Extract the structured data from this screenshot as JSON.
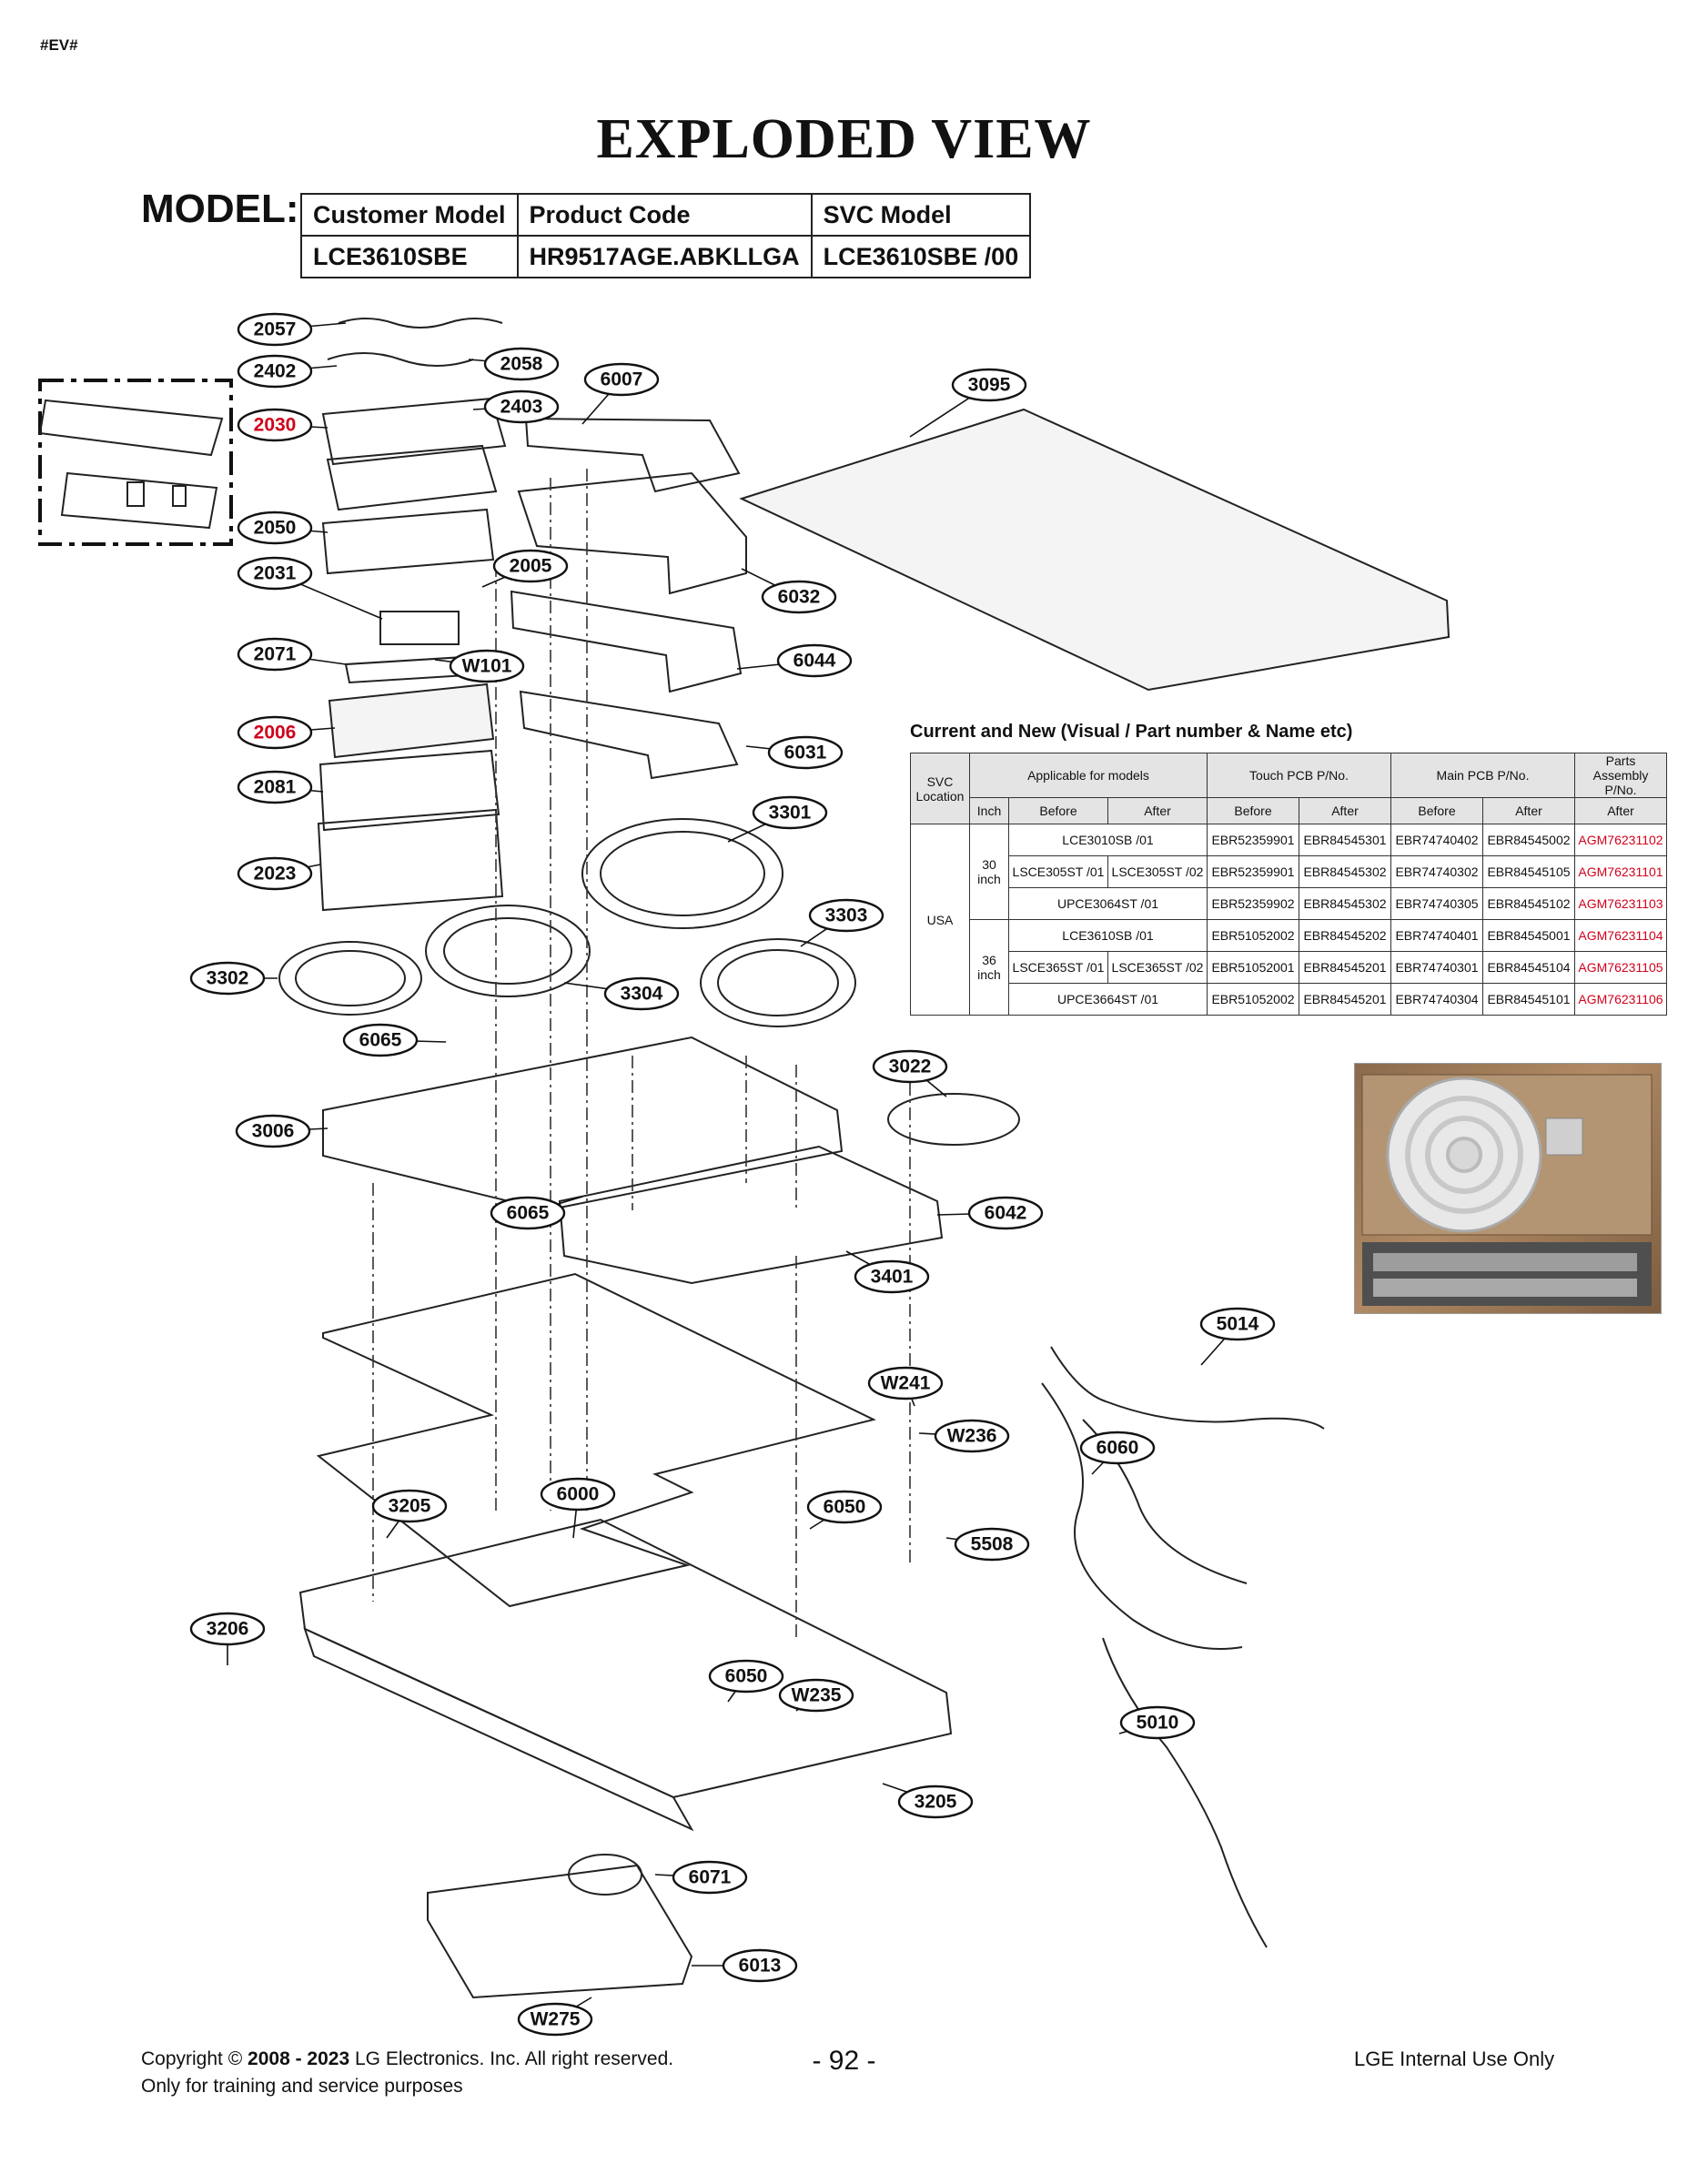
{
  "doc_tag": "#EV#",
  "title": "EXPLODED VIEW",
  "model": {
    "label": "MODEL:",
    "headers": [
      "Customer Model",
      "Product Code",
      "SVC Model"
    ],
    "values": [
      "LCE3610SBE",
      "HR9517AGE.ABKLLGA",
      "LCE3610SBE  /00"
    ]
  },
  "callouts": [
    {
      "id": "2057",
      "highlight": false
    },
    {
      "id": "2402",
      "highlight": false
    },
    {
      "id": "2058",
      "highlight": false
    },
    {
      "id": "2030",
      "highlight": true
    },
    {
      "id": "2403",
      "highlight": false
    },
    {
      "id": "6007",
      "highlight": false
    },
    {
      "id": "3095",
      "highlight": false
    },
    {
      "id": "2050",
      "highlight": false
    },
    {
      "id": "2005",
      "highlight": false
    },
    {
      "id": "2031",
      "highlight": false
    },
    {
      "id": "6032",
      "highlight": false
    },
    {
      "id": "2071",
      "highlight": false
    },
    {
      "id": "W101",
      "highlight": false
    },
    {
      "id": "6044",
      "highlight": false
    },
    {
      "id": "2006",
      "highlight": true
    },
    {
      "id": "6031",
      "highlight": false
    },
    {
      "id": "2081",
      "highlight": false
    },
    {
      "id": "3301",
      "highlight": false
    },
    {
      "id": "2023",
      "highlight": false
    },
    {
      "id": "3303",
      "highlight": false
    },
    {
      "id": "3302",
      "highlight": false
    },
    {
      "id": "3304",
      "highlight": false
    },
    {
      "id": "6065",
      "highlight": false
    },
    {
      "id": "3022",
      "highlight": false
    },
    {
      "id": "3006",
      "highlight": false
    },
    {
      "id": "6042",
      "highlight": false
    },
    {
      "id": "3401",
      "highlight": false
    },
    {
      "id": "5014",
      "highlight": false
    },
    {
      "id": "W241",
      "highlight": false
    },
    {
      "id": "W236",
      "highlight": false
    },
    {
      "id": "6060",
      "highlight": false
    },
    {
      "id": "3205",
      "highlight": false
    },
    {
      "id": "6000",
      "highlight": false
    },
    {
      "id": "6050",
      "highlight": false
    },
    {
      "id": "5508",
      "highlight": false
    },
    {
      "id": "3206",
      "highlight": false
    },
    {
      "id": "W235",
      "highlight": false
    },
    {
      "id": "5010",
      "highlight": false
    },
    {
      "id": "6071",
      "highlight": false
    },
    {
      "id": "6013",
      "highlight": false
    },
    {
      "id": "W275",
      "highlight": false
    }
  ],
  "current_new": {
    "title": "Current and New (Visual  /  Part number & Name etc)",
    "headers": {
      "svc_location": "SVC Location",
      "applicable": "Applicable for models",
      "touch_pcb": "Touch PCB P/No.",
      "main_pcb": "Main PCB P/No.",
      "parts_assembly": "Parts Assembly P/No.",
      "inch": "Inch",
      "before": "Before",
      "after": "After"
    },
    "location": "USA",
    "groups": [
      {
        "inch": "30 inch",
        "rows": [
          {
            "before": "LCE3010SB /01",
            "after": "",
            "touch_before": "EBR52359901",
            "touch_after": "EBR84545301",
            "main_before": "EBR74740402",
            "main_after": "EBR84545002",
            "assembly_after": "AGM76231102"
          },
          {
            "before": "LSCE305ST /01",
            "after": "LSCE305ST /02",
            "touch_before": "EBR52359901",
            "touch_after": "EBR84545302",
            "main_before": "EBR74740302",
            "main_after": "EBR84545105",
            "assembly_after": "AGM76231101"
          },
          {
            "before": "UPCE3064ST /01",
            "after": "",
            "touch_before": "EBR52359902",
            "touch_after": "EBR84545302",
            "main_before": "EBR74740305",
            "main_after": "EBR84545102",
            "assembly_after": "AGM76231103"
          }
        ]
      },
      {
        "inch": "36 inch",
        "rows": [
          {
            "before": "LCE3610SB /01",
            "after": "",
            "touch_before": "EBR51052002",
            "touch_after": "EBR84545202",
            "main_before": "EBR74740401",
            "main_after": "EBR84545001",
            "assembly_after": "AGM76231104"
          },
          {
            "before": "LSCE365ST /01",
            "after": "LSCE365ST /02",
            "touch_before": "EBR51052001",
            "touch_after": "EBR84545201",
            "main_before": "EBR74740301",
            "main_after": "EBR84545104",
            "assembly_after": "AGM76231105"
          },
          {
            "before": "UPCE3664ST /01",
            "after": "",
            "touch_before": "EBR51052002",
            "touch_after": "EBR84545201",
            "main_before": "EBR74740304",
            "main_after": "EBR84545101",
            "assembly_after": "AGM76231106"
          }
        ]
      }
    ]
  },
  "colors": {
    "highlight": "#d0021b",
    "line": "#111111"
  },
  "footer": {
    "copyright_prefix": "Copyright © ",
    "copyright_years": "2008 - 2023",
    "copyright_suffix": " LG Electronics. Inc. All right reserved.",
    "line2": "Only for training and service purposes",
    "page": "- 92 -",
    "right": "LGE Internal Use Only"
  }
}
